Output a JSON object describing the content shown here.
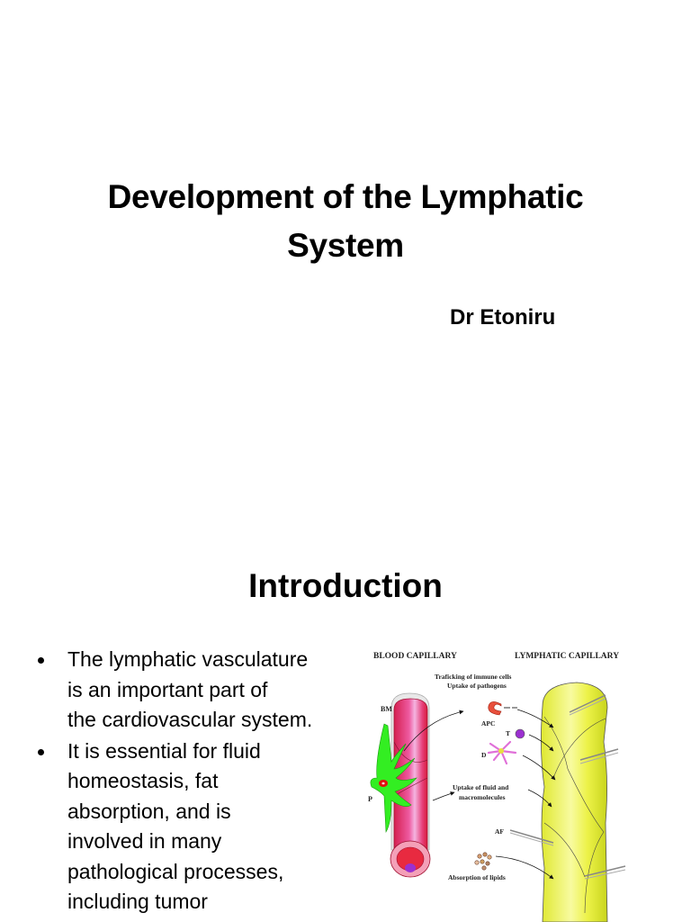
{
  "slides": [
    {
      "title": "Development of the Lymphatic System",
      "title_lines": [
        "Development of the Lymphatic",
        "System"
      ],
      "subtitle": "Dr Etoniru"
    },
    {
      "title": "Introduction",
      "bullets": [
        {
          "text": "The lymphatic vasculature is an important part of the cardiovascular system.",
          "lines": [
            "The lymphatic vasculature",
            "is an important part of",
            "the cardiovascular system."
          ]
        },
        {
          "text": "It is essential for fluid homeostasis, fat absorption, and is involved in many pathological processes, including tumor",
          "lines": [
            "It is essential for fluid",
            "homeostasis, fat",
            "absorption, and is",
            "involved in many",
            "pathological processes,",
            "including tumor"
          ]
        }
      ],
      "figure": {
        "headings": {
          "left": "BLOOD CAPILLARY",
          "right": "LYMPHATIC CAPILLARY"
        },
        "labels": {
          "bm": "BM",
          "p": "P",
          "apc": "APC",
          "t": "T",
          "d": "D",
          "af": "AF"
        },
        "annotations": {
          "trafficking_1": "Traficking of immune cells",
          "trafficking_2": "Uptake of pathogens",
          "uptake_1": "Uptake of fluid and",
          "uptake_2": "macromolecules",
          "lipids": "Absorption of lipids"
        },
        "colors": {
          "blood_vessel": "#e0305a",
          "blood_vessel_highlight": "#f2a6d8",
          "pericyte": "#33ee22",
          "lymphatic_vessel": "#e8f23a",
          "lymphatic_highlight": "#f8fba0",
          "apc": "#e8503c",
          "t_cell": "#9b30d0",
          "dendritic": "#e070d8"
        }
      }
    }
  ]
}
